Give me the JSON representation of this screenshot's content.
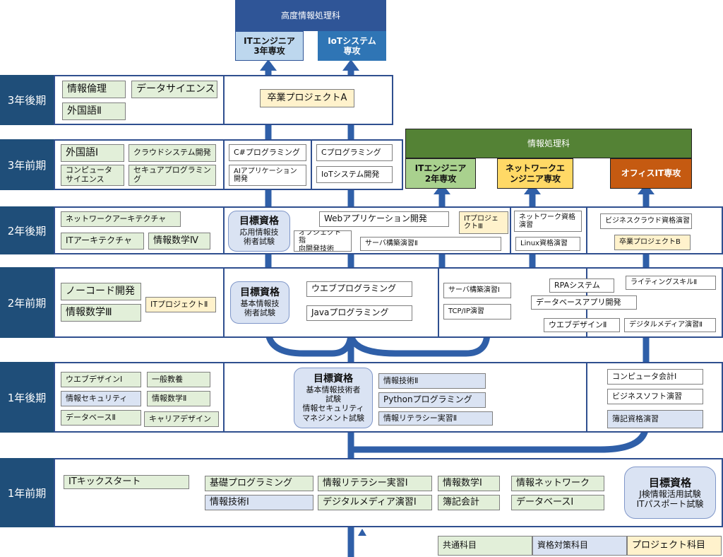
{
  "top_dept": {
    "title": "高度情報処理科",
    "majors": [
      {
        "line1": "ITエンジニア",
        "line2": "3年専攻"
      },
      {
        "line1": "IoTシステム",
        "line2": "専攻"
      }
    ]
  },
  "dept2": {
    "title": "情報処理科",
    "majors": [
      {
        "line1": "ITエンジニア",
        "line2": "2年専攻"
      },
      {
        "line1": "ネットワークエ",
        "line2": "ンジニア専攻"
      },
      {
        "line1": "オフィスIT専攻",
        "line2": ""
      }
    ]
  },
  "semesters": [
    "3年後期",
    "3年前期",
    "2年後期",
    "2年前期",
    "1年後期",
    "1年前期"
  ],
  "y3late": {
    "common": [
      "情報倫理",
      "データサイエンス",
      "外国語Ⅱ"
    ],
    "project": "卒業プロジェクトA"
  },
  "y3early": {
    "common": [
      "外国語Ⅰ",
      "クラウドシステム開発",
      "コンピュータサイエンス",
      "セキュアプログラミング"
    ],
    "col1": [
      "C#プログラミング",
      "AIアプリケーション開発"
    ],
    "col2": [
      "Cプログラミング",
      "IoTシステム開発"
    ]
  },
  "y2late": {
    "common": [
      "ネットワークアーキテクチャ",
      "ITアーキテクチャ",
      "情報数学Ⅳ"
    ],
    "goal": {
      "title": "目標資格",
      "line1": "応用情報技",
      "line2": "術者試験"
    },
    "webapp": "Webアプリケーション開発",
    "oop1": "オブジェクト指",
    "oop2": "向開発技術",
    "server2": "サーバ構築演習Ⅱ",
    "itproj3a": "ITプロジェ",
    "itproj3b": "クトⅢ",
    "netcert1": "ネットワーク資格",
    "netcert2": "演習",
    "linux": "Linux資格演習",
    "bizcloud": "ビジネスクラウド資格演習",
    "gradB": "卒業プロジェクトB"
  },
  "y2early": {
    "common": [
      "ノーコード開発",
      "情報数学Ⅲ"
    ],
    "itproj2": "ITプロジェクトⅡ",
    "goal": {
      "title": "目標資格",
      "line1": "基本情報技",
      "line2": "術者試験"
    },
    "web": "ウエブプログラミング",
    "java": "Javaプログラミング",
    "server1": "サーバ構築演習Ⅰ",
    "tcpip": "TCP/IP演習",
    "rpa": "RPAシステム",
    "writing": "ライティングスキルⅡ",
    "dbapp": "データベースアプリ開発",
    "webdesign2": "ウエブデザインⅡ",
    "digimedia2": "デジタルメディア演習Ⅱ"
  },
  "y1late": {
    "common": [
      "ウエブデザインⅠ",
      "一般教養",
      "情報セキュリティ",
      "情報数学Ⅱ",
      "データベースⅡ",
      "キャリアデザイン"
    ],
    "goal": {
      "title": "目標資格",
      "l1": "基本情報技術者",
      "l2": "試験",
      "l3": "情報セキュリティ",
      "l4": "マネジメント試験"
    },
    "center": [
      "情報技術Ⅱ",
      "Pythonプログラミング",
      "情報リテラシー実習Ⅱ"
    ],
    "right": [
      "コンピュータ会計Ⅰ",
      "ビジネスソフト演習",
      "簿記資格演習"
    ]
  },
  "y1early": {
    "kickstart": "ITキックスタート",
    "items": [
      "基礎プログラミング",
      "情報リテラシー実習Ⅰ",
      "情報数学Ⅰ",
      "情報ネットワーク",
      "情報技術Ⅰ",
      "デジタルメディア演習Ⅰ",
      "簿記会計",
      "データベースⅠ"
    ],
    "goal": {
      "title": "目標資格",
      "l1": "J検情報活用試験",
      "l2": "ITパスポート試験"
    }
  },
  "legend": [
    "共通科目",
    "資格対策科目",
    "プロジェクト科目"
  ],
  "colors": {
    "common": "#e2efd9",
    "cert": "#dae3f3",
    "project": "#fff2cc",
    "band": "#1f4e79",
    "arrow": "#2f5fa8",
    "dept2": "#548235",
    "major_green": "#a9d18e",
    "major_yellow": "#ffd966",
    "major_orange": "#c55a11"
  }
}
